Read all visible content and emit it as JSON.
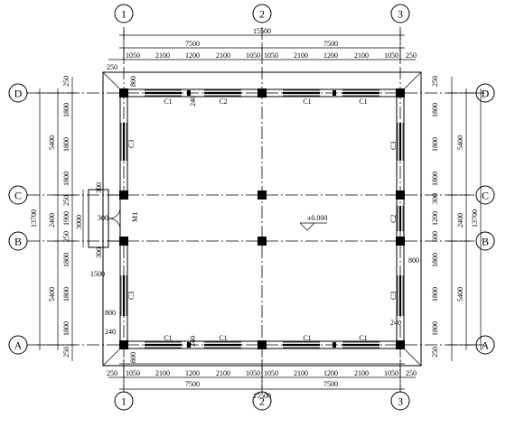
{
  "axes_top": [
    "1",
    "2",
    "3"
  ],
  "axes_side": [
    "D",
    "C",
    "B",
    "A"
  ],
  "dims": {
    "overall": "15500",
    "half": "7500",
    "edge": "250",
    "seg_1050": "1050",
    "seg_2100": "2100",
    "seg_1200": "1200",
    "v_5400": "5400",
    "v_2400": "2400",
    "v_1800": "1800",
    "v_13700": "13700",
    "v_3000": "3000",
    "v_300": "300",
    "v_1900": "1900",
    "v_1200": "1200",
    "v_600": "600",
    "v_800": "800",
    "v_240": "240",
    "v_1500": "1500"
  },
  "labels": {
    "window_c1": "C1",
    "window_c2": "C2",
    "window_c3": "C3",
    "door_m1": "M1",
    "elevation": "±0.000"
  }
}
